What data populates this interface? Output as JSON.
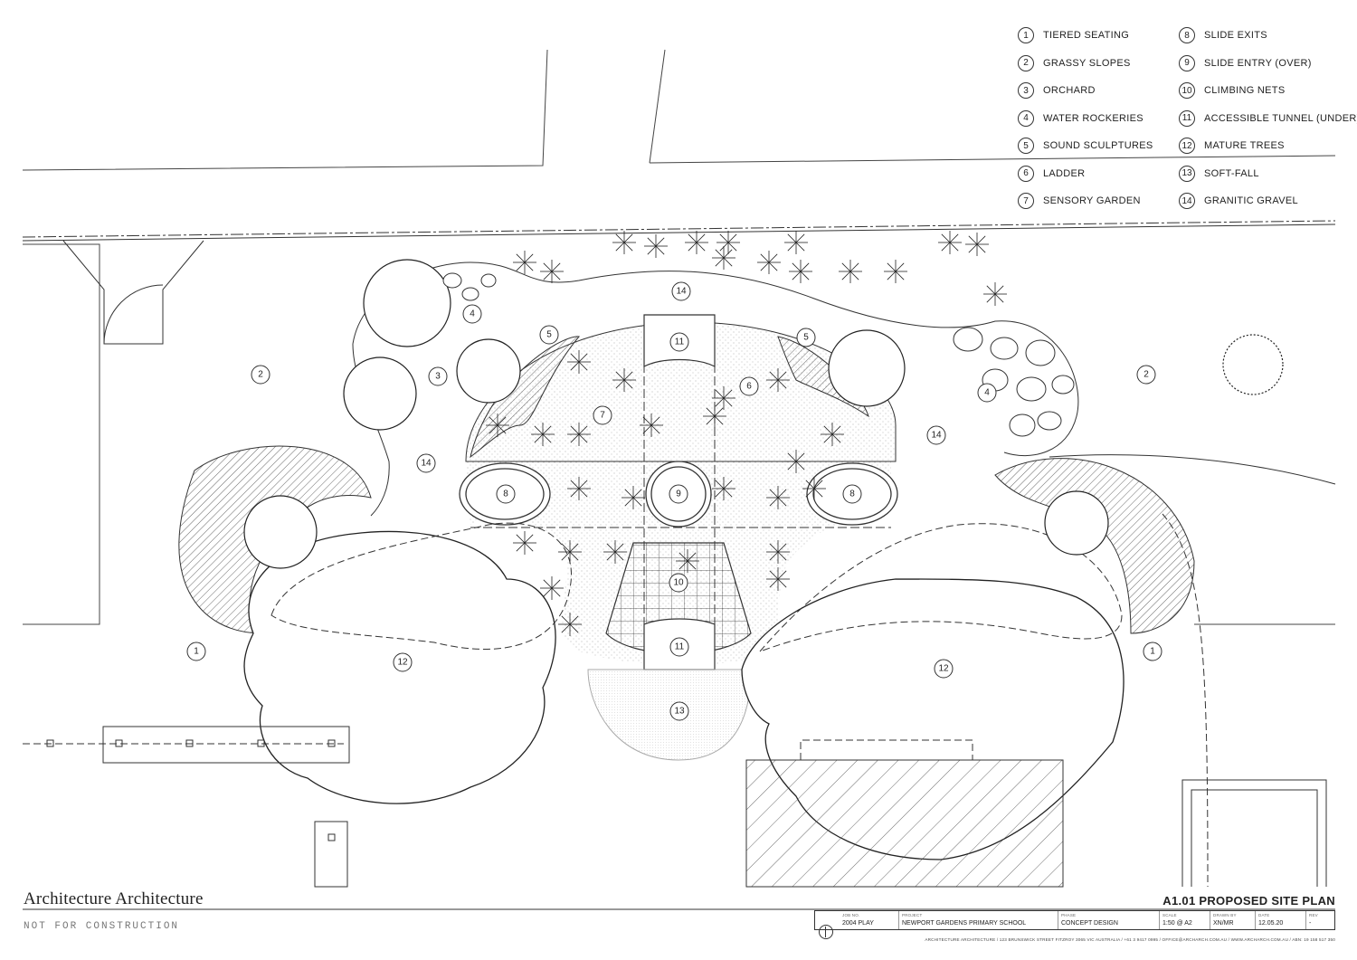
{
  "legend": {
    "items": [
      {
        "num": "1",
        "label": "TIERED SEATING"
      },
      {
        "num": "2",
        "label": "GRASSY SLOPES"
      },
      {
        "num": "3",
        "label": "ORCHARD"
      },
      {
        "num": "4",
        "label": "WATER ROCKERIES"
      },
      {
        "num": "5",
        "label": "SOUND SCULPTURES"
      },
      {
        "num": "6",
        "label": "LADDER"
      },
      {
        "num": "7",
        "label": "SENSORY GARDEN"
      },
      {
        "num": "8",
        "label": "SLIDE EXITS"
      },
      {
        "num": "9",
        "label": "SLIDE ENTRY (OVER)"
      },
      {
        "num": "10",
        "label": "CLIMBING NETS"
      },
      {
        "num": "11",
        "label": "ACCESSIBLE TUNNEL (UNDER)"
      },
      {
        "num": "12",
        "label": "MATURE TREES"
      },
      {
        "num": "13",
        "label": "SOFT-FALL"
      },
      {
        "num": "14",
        "label": "GRANITIC GRAVEL"
      }
    ]
  },
  "plan_labels": [
    "14",
    "5",
    "11",
    "5",
    "4",
    "2",
    "3",
    "7",
    "6",
    "4",
    "2",
    "14",
    "14",
    "8",
    "9",
    "8",
    "10",
    "11",
    "1",
    "12",
    "12",
    "1",
    "13"
  ],
  "firm": "Architecture Architecture",
  "stamp": "NOT FOR CONSTRUCTION",
  "sheet_title": "A1.01 PROPOSED SITE PLAN",
  "title_block": [
    {
      "head": "JOB NO.",
      "value": "2004 PLAY"
    },
    {
      "head": "PROJECT",
      "value": "NEWPORT GARDENS PRIMARY SCHOOL"
    },
    {
      "head": "PHASE",
      "value": "CONCEPT DESIGN"
    },
    {
      "head": "SCALE",
      "value": "1:50 @ A2"
    },
    {
      "head": "DRAWN BY",
      "value": "XN/MR"
    },
    {
      "head": "DATE",
      "value": "12.05.20"
    },
    {
      "head": "REV",
      "value": "-"
    }
  ],
  "footer": "ARCHITECTURE ARCHITECTURE / 123 BRUNSWICK STREET FITZROY 3065 VIC AUSTRALIA / +61 3 9417 0995 / OFFICE@ARCHARCH.COM.AU / WWW.ARCHARCH.COM.AU / ABN: 19 158 517 350"
}
